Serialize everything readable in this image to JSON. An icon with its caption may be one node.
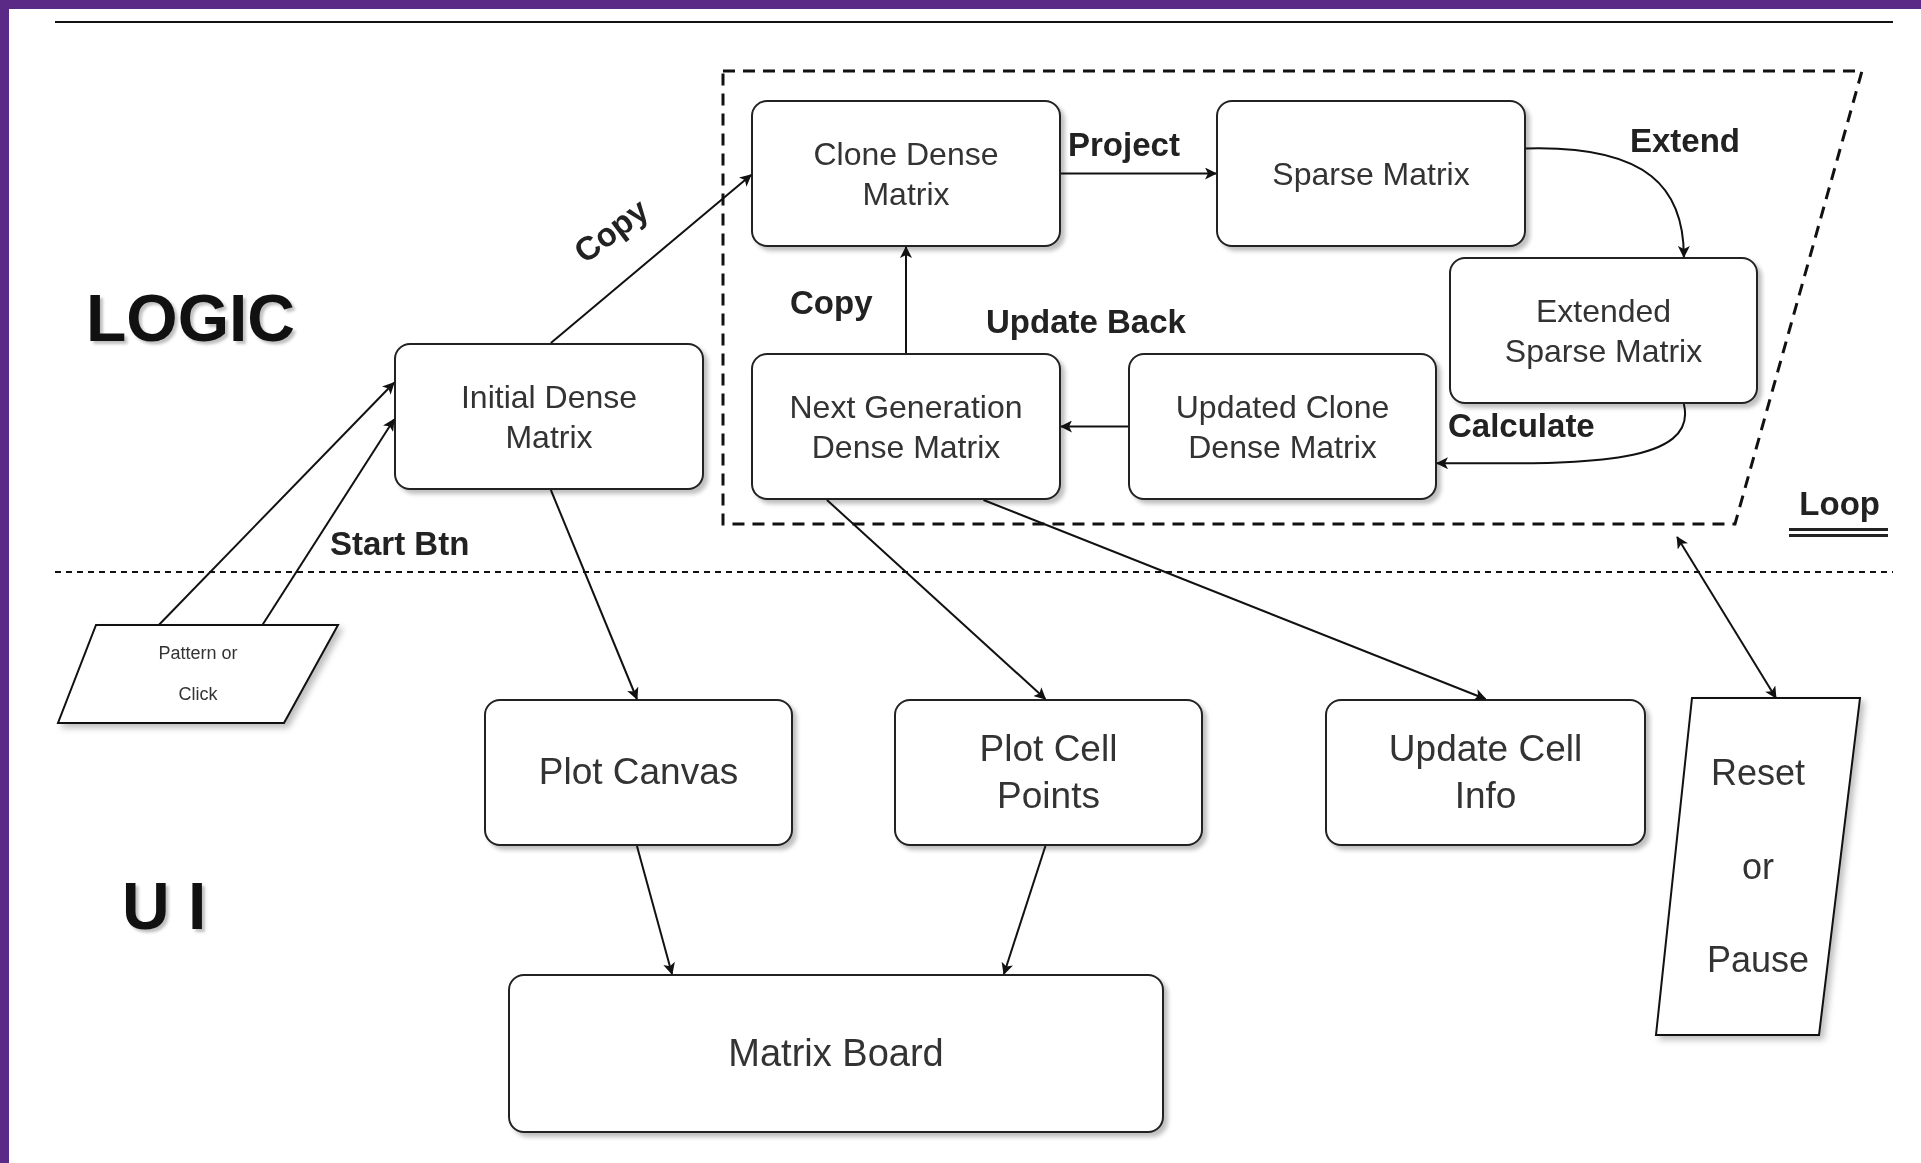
{
  "diagram": {
    "nodes": [
      {
        "text": [
          "Loop"
        ]
      },
      {
        "text": [
          "Clone Dense Matrix"
        ],
        "in": 0
      },
      {
        "text": [
          "Sparse Matrix"
        ],
        "in": 0
      },
      {
        "text": [
          "Extended Sparse Matrix"
        ],
        "in": 0
      },
      {
        "text": [
          "Updated Clone Dense Matrix"
        ],
        "in": 0
      },
      {
        "text": [
          "Next Generation Dense Matrix"
        ],
        "in": 0
      },
      {
        "text": [
          "Initial Dense Matrix"
        ]
      },
      {
        "text": [
          "Pattern or Click"
        ]
      },
      {
        "text": [
          "Plot Canvas"
        ]
      },
      {
        "text": [
          "Plot Cell Points"
        ]
      },
      {
        "text": [
          "Update Cell Info"
        ]
      },
      {
        "text": [
          "Reset or Pause"
        ]
      },
      {
        "text": [
          "Matrix Board"
        ]
      }
    ],
    "edges": [
      {
        "from": 7,
        "to": 6,
        "arrow": "to"
      },
      {
        "from": 7,
        "to": 6,
        "arrow": "to",
        "label": "Start Btn"
      },
      {
        "from": 6,
        "to": 1,
        "arrow": "to",
        "label": "Copy"
      },
      {
        "from": 1,
        "to": 2,
        "arrow": "to",
        "label": "Project"
      },
      {
        "from": 2,
        "to": 3,
        "arrow": "to",
        "label": "Extend"
      },
      {
        "from": 3,
        "to": 4,
        "arrow": "to",
        "label": "Calculate"
      },
      {
        "from": 4,
        "to": 5,
        "arrow": "to",
        "label": "Update Back"
      },
      {
        "from": 5,
        "to": 1,
        "arrow": "to",
        "label": "Copy"
      },
      {
        "from": 6,
        "to": 8,
        "arrow": "to"
      },
      {
        "from": 5,
        "to": 9,
        "arrow": "to"
      },
      {
        "from": 5,
        "to": 10,
        "arrow": "to"
      },
      {
        "from": 11,
        "to": 0,
        "arrow": "both"
      },
      {
        "from": 8,
        "to": 12,
        "arrow": "to"
      },
      {
        "from": 9,
        "to": 12,
        "arrow": "to"
      }
    ],
    "labels": [
      "LOGIC",
      "U I"
    ]
  }
}
